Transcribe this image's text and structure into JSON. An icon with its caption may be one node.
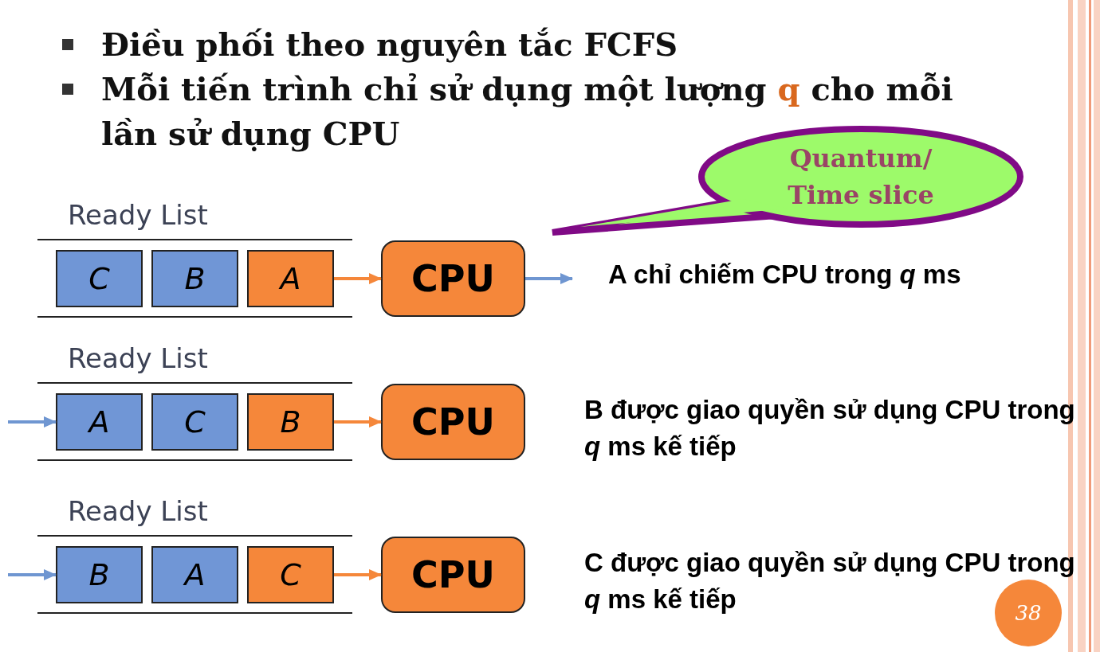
{
  "diagram": {
    "nodes": [
      {
        "text": [
          "C"
        ]
      },
      {
        "text": [
          "B"
        ]
      },
      {
        "text": [
          "A"
        ]
      },
      {
        "text": [
          "CPU"
        ]
      },
      {
        "text": [
          "A"
        ]
      },
      {
        "text": [
          "C"
        ]
      },
      {
        "text": [
          "B"
        ]
      },
      {
        "text": [
          "CPU"
        ]
      },
      {
        "text": [
          "B"
        ]
      },
      {
        "text": [
          "A"
        ]
      },
      {
        "text": [
          "C"
        ]
      },
      {
        "text": [
          "CPU"
        ]
      },
      {
        "text": [
          "Quantum/ Time slice"
        ]
      },
      {
        "text": [
          "38"
        ]
      }
    ],
    "edges": [
      {
        "from": 2,
        "to": 3,
        "arrow": "to"
      },
      {
        "from": 3,
        "to": null,
        "arrow": "to",
        "color": "#6f96d1"
      },
      {
        "from": null,
        "to": 4,
        "arrow": "to",
        "color": "#6f96d1"
      },
      {
        "from": 6,
        "to": 7,
        "arrow": "to"
      },
      {
        "from": null,
        "to": 8,
        "arrow": "to",
        "color": "#6f96d1"
      },
      {
        "from": 10,
        "to": 11,
        "arrow": "to"
      }
    ],
    "labels": [
      "Điều phối theo nguyên tắc FCFS",
      "Mỗi tiến trình chỉ sử dụng một lượng **q** cho mỗi lần sử dụng CPU",
      "Ready List",
      "A chỉ chiếm CPU trong *q* ms",
      "Ready List",
      "B được giao quyền sử dụng CPU trong *q* ms kế tiếp",
      "Ready List",
      "C được giao quyền sử dụng CPU trong *q* ms kế tiếp"
    ]
  }
}
